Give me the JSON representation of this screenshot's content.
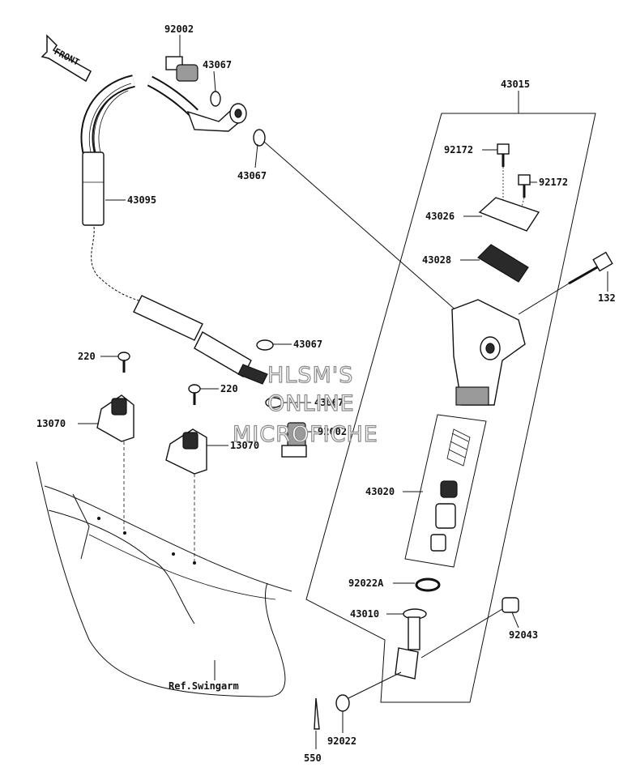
{
  "diagram": {
    "front_label": "FRONT",
    "watermark": [
      "HLSM'S",
      "ONLINE",
      "MICROFICHE"
    ],
    "ref_label": "Ref.Swingarm",
    "labels": {
      "p92002_top": "92002",
      "p43067_a": "43067",
      "p43067_b": "43067",
      "p43015": "43015",
      "p92172_a": "92172",
      "p92172_b": "92172",
      "p43095": "43095",
      "p43026": "43026",
      "p43028": "43028",
      "p132": "132",
      "p43067_c": "43067",
      "p220_a": "220",
      "p220_b": "220",
      "p43067_d": "43067",
      "p13070_a": "13070",
      "p13070_b": "13070",
      "p92002_bottom": "92002",
      "p43020": "43020",
      "p92022A": "92022A",
      "p43010": "43010",
      "p92043": "92043",
      "p550": "550",
      "p92022": "92022"
    }
  }
}
